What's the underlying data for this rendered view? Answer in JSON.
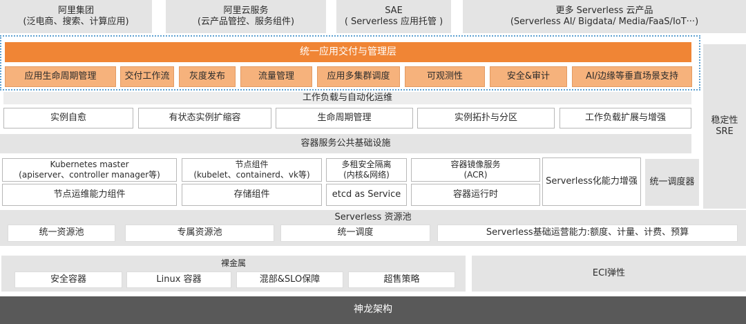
{
  "top_row": [
    {
      "title": "阿里集团",
      "subtitle": "(泛电商、搜索、计算应用)"
    },
    {
      "title": "阿里云服务",
      "subtitle": "(云产品管控、服务组件)"
    },
    {
      "title": "SAE",
      "subtitle": "( Serverless 应用托管 )"
    },
    {
      "title": "更多 Serverless 云产品",
      "subtitle": "(Serverless AI/ Bigdata/ Media/FaaS/IoT···)"
    }
  ],
  "unified_layer": {
    "title": "统一应用交付与管理层",
    "items": [
      "应用生命周期管理",
      "交付工作流",
      "灰度发布",
      "流量管理",
      "应用多集群调度",
      "可观测性",
      "安全&审计",
      "AI/边缘等垂直场景支持"
    ]
  },
  "sre": {
    "line1": "稳定性",
    "line2": "SRE"
  },
  "workload": {
    "title": "工作负载与自动化运维",
    "items": [
      "实例自愈",
      "有状态实例扩缩容",
      "生命周期管理",
      "实例拓扑与分区",
      "工作负载扩展与增强"
    ]
  },
  "infra": {
    "title": "容器服务公共基础设施",
    "k8s_master": {
      "line1": "Kubernetes master",
      "line2": "(apiserver、controller manager等)"
    },
    "node_components": {
      "line1": "节点组件",
      "line2": "(kubelet、containerd、vk等)"
    },
    "multi_tenant": {
      "line1": "多租安全隔离",
      "line2": "(内核&网络)"
    },
    "image_service": {
      "line1": "容器镜像服务",
      "line2": "(ACR)"
    },
    "node_ops": "节点运维能力组件",
    "storage": "存储组件",
    "etcd": "etcd as Service",
    "runtime": "容器运行时",
    "serverless_enhance": "Serverless化能力增强",
    "unified_scheduler": "统一调度器"
  },
  "pool": {
    "title": "Serverless 资源池",
    "items": [
      "统一资源池",
      "专属资源池",
      "统一调度",
      "Serverless基础运营能力:额度、计量、计费、预算"
    ]
  },
  "bare_metal": {
    "title": "裸金属",
    "items": [
      "安全容器",
      "Linux 容器",
      "混部&SLO保障",
      "超售策略"
    ]
  },
  "eci": "ECI弹性",
  "shenlong": "神龙架构"
}
